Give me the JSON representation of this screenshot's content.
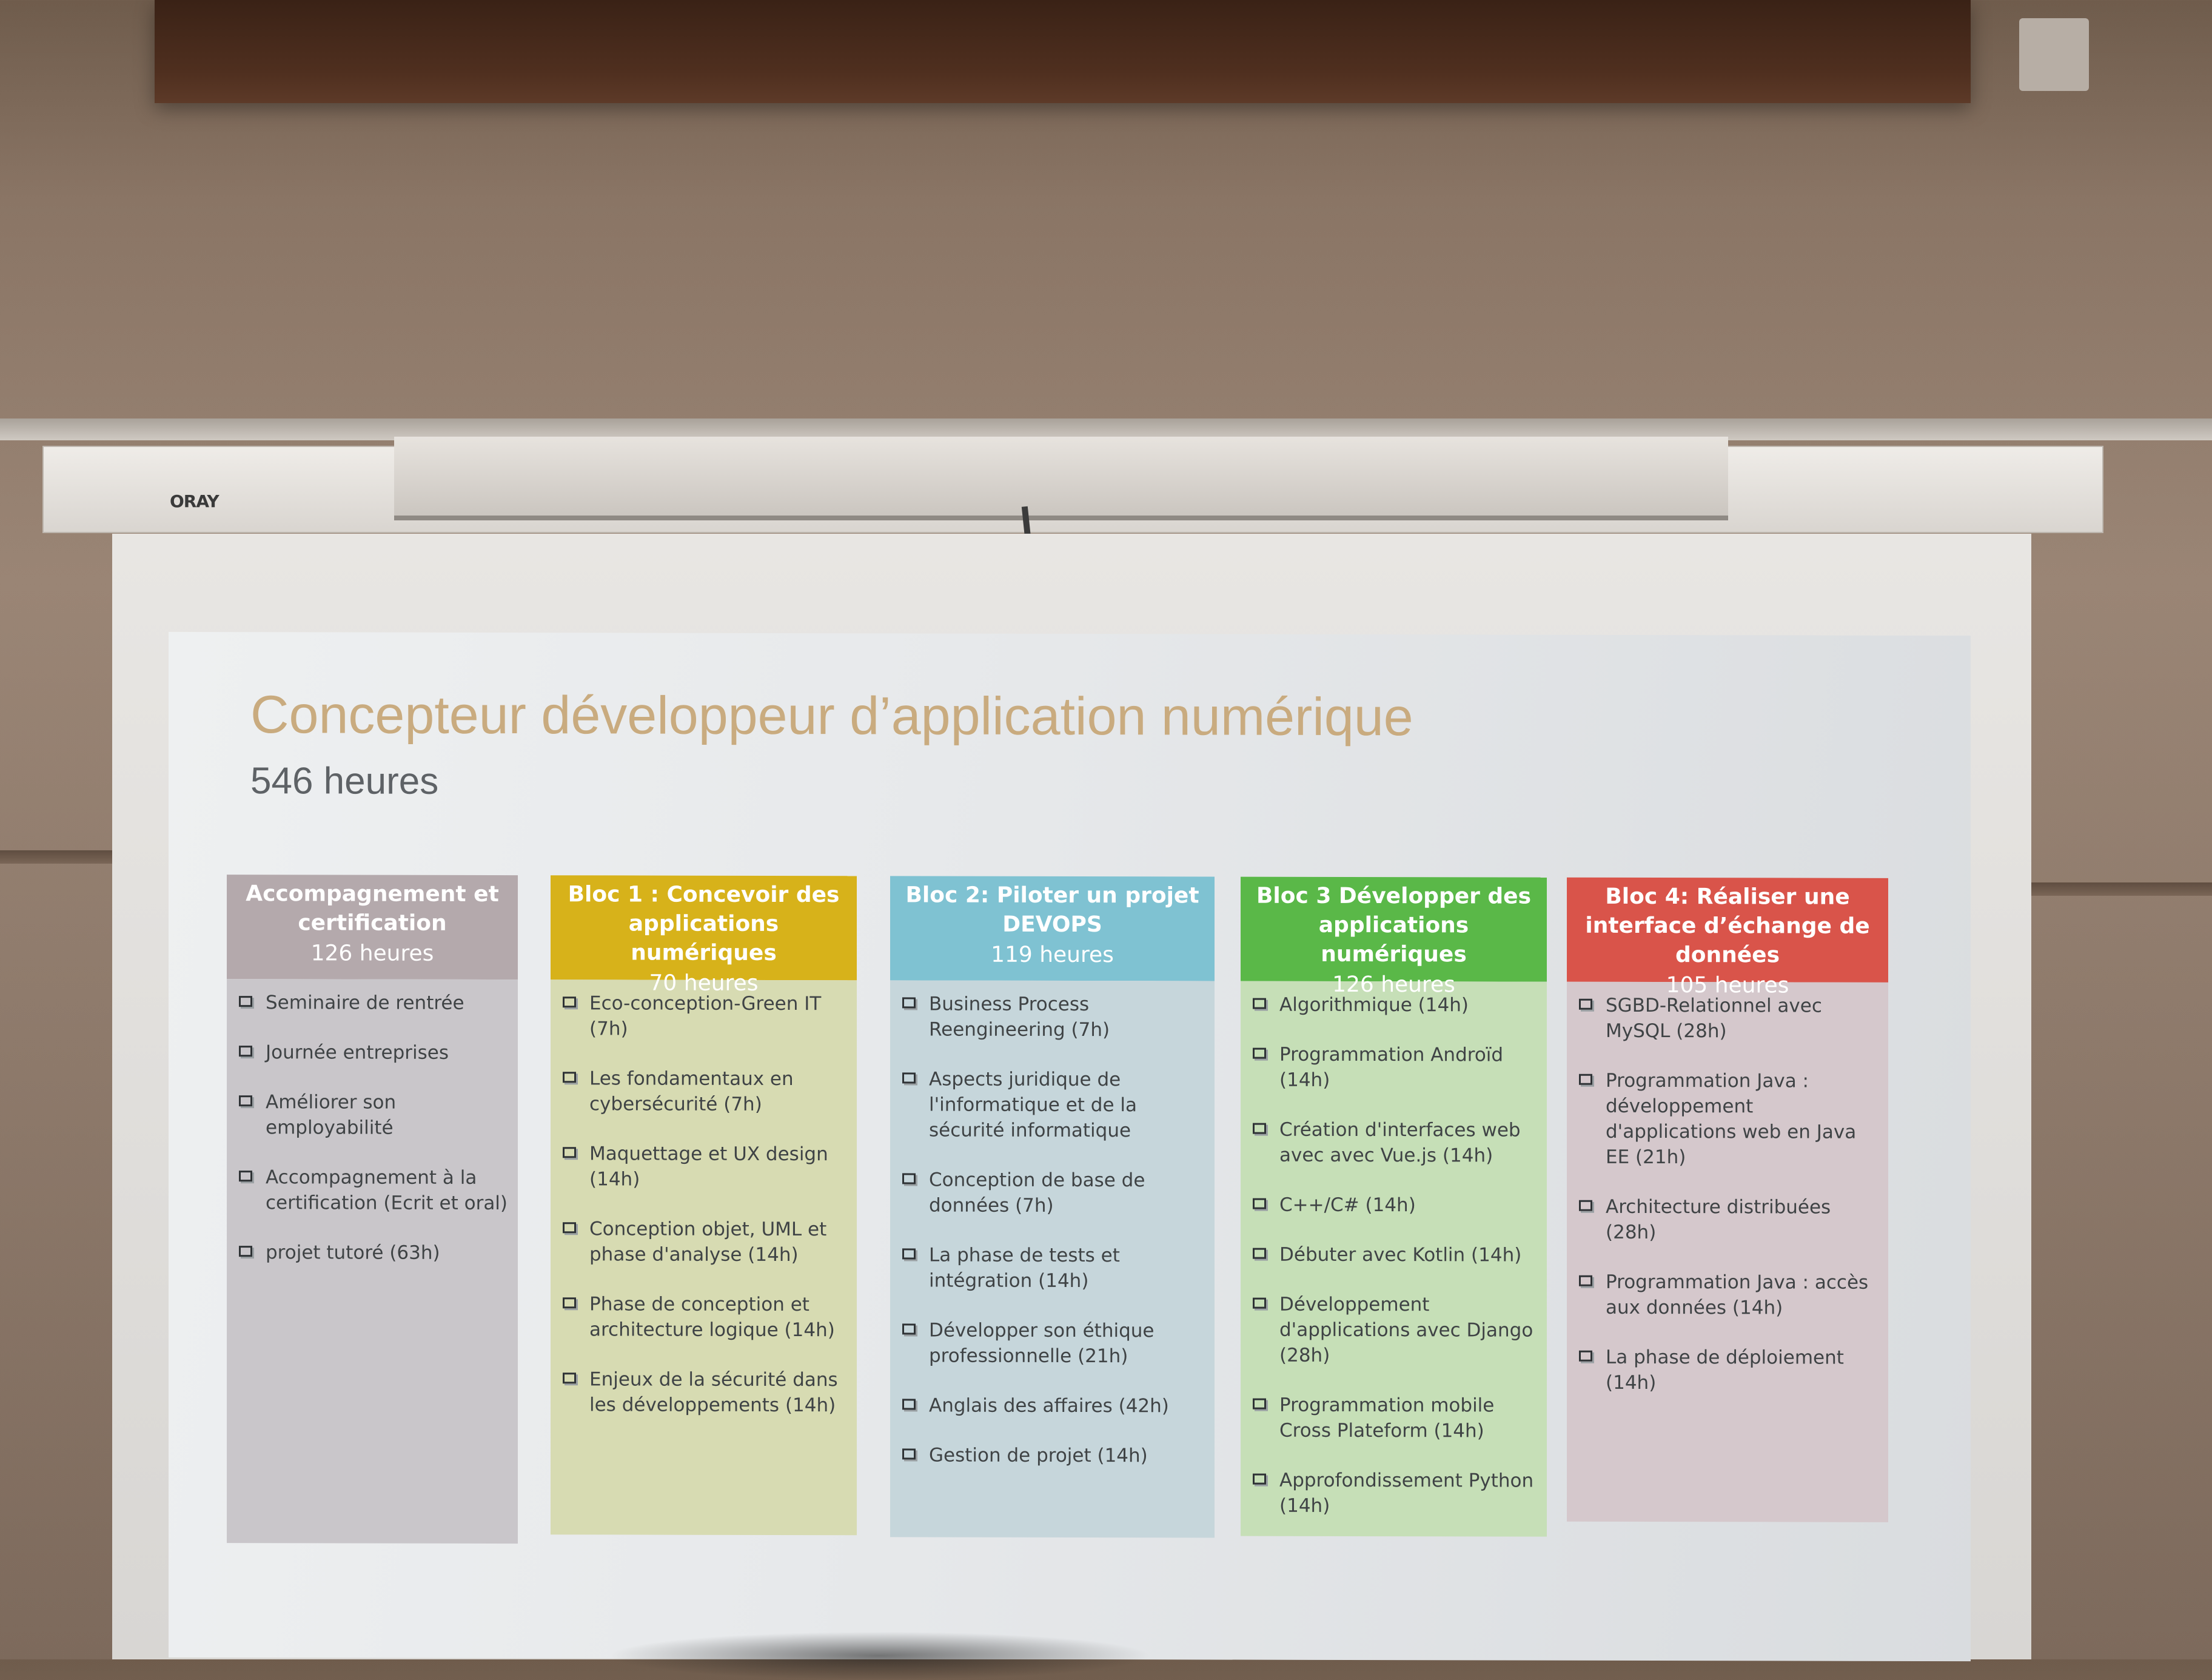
{
  "room": {
    "projector_brand": "ORAY"
  },
  "slide": {
    "title": "Concepteur développeur d’application numérique",
    "subtitle": "546 heures",
    "columns": [
      {
        "title": "Accompagnement et certification",
        "hours": "126 heures",
        "header_color": "#b4a9ac",
        "items": [
          "Seminaire de rentrée",
          "Journée entreprises",
          "Améliorer son employabilité",
          "Accompagnement à la certification (Ecrit et oral)",
          "projet tutoré (63h)"
        ]
      },
      {
        "title": "Bloc 1 : Concevoir des applications numériques",
        "hours": "70 heures",
        "header_color": "#d7b21a",
        "items": [
          "Eco-conception-Green IT (7h)",
          "Les fondamentaux en cybersécurité (7h)",
          "Maquettage et UX design (14h)",
          "Conception objet, UML et phase d'analyse (14h)",
          "Phase de conception et architecture logique (14h)",
          "Enjeux de la sécurité dans les développements (14h)"
        ]
      },
      {
        "title": "Bloc 2: Piloter un projet DEVOPS",
        "hours": "119 heures",
        "header_color": "#7fc2d2",
        "items": [
          "Business Process Reengineering (7h)",
          "Aspects juridique de l'informatique et de la sécurité informatique",
          "Conception de base de données (7h)",
          "La phase de tests et intégration (14h)",
          "Développer son éthique professionnelle (21h)",
          "Anglais des affaires (42h)",
          "Gestion de projet (14h)"
        ]
      },
      {
        "title": "Bloc 3 Développer des applications numériques",
        "hours": "126 heures",
        "header_color": "#5ab848",
        "items": [
          "Algorithmique (14h)",
          "Programmation Androïd (14h)",
          "Création d'interfaces web avec avec Vue.js (14h)",
          "C++/C# (14h)",
          "Débuter avec Kotlin (14h)",
          "Développement d'applications avec Django (28h)",
          "Programmation mobile Cross Plateform (14h)",
          "Approfondissement Python (14h)"
        ]
      },
      {
        "title": "Bloc 4: Réaliser une interface d’échange de données",
        "hours": "105 heures",
        "header_color": "#d9544a",
        "items": [
          "SGBD-Relationnel avec MySQL (28h)",
          "Programmation Java : développement d'applications web en Java EE (21h)",
          "Architecture distribuées (28h)",
          "Programmation Java : accès aux données (14h)",
          "La phase de déploiement (14h)"
        ]
      }
    ]
  }
}
